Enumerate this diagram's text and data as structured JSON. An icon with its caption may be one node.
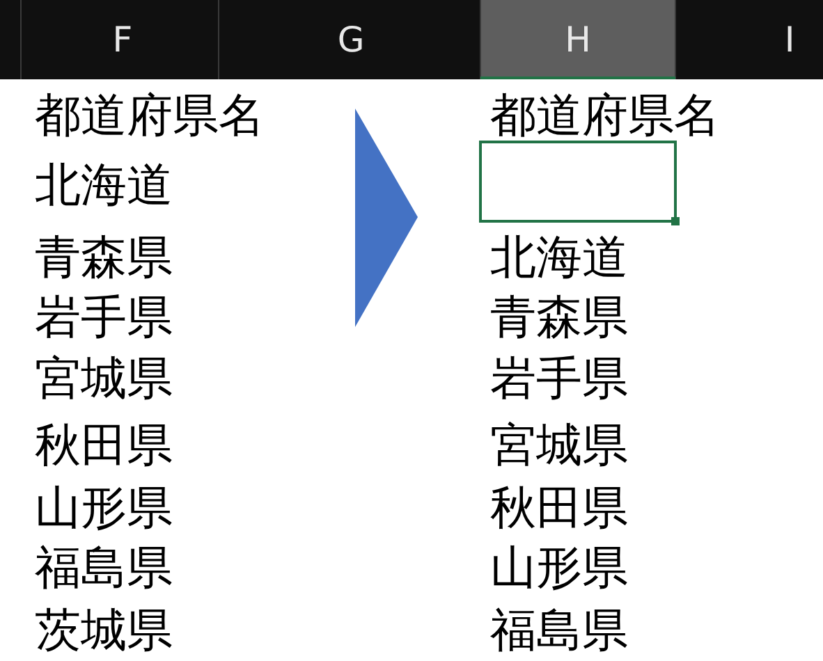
{
  "diagram": {
    "labels": [
      "F",
      "G",
      "H",
      "I",
      "都道府県名",
      "都道府県名",
      "北海道",
      "青森県",
      "北海道",
      "岩手県",
      "青森県",
      "宮城県",
      "岩手県",
      "秋田県",
      "宮城県",
      "山形県",
      "秋田県",
      "福島県",
      "山形県",
      "茨城県",
      "福島県"
    ]
  }
}
